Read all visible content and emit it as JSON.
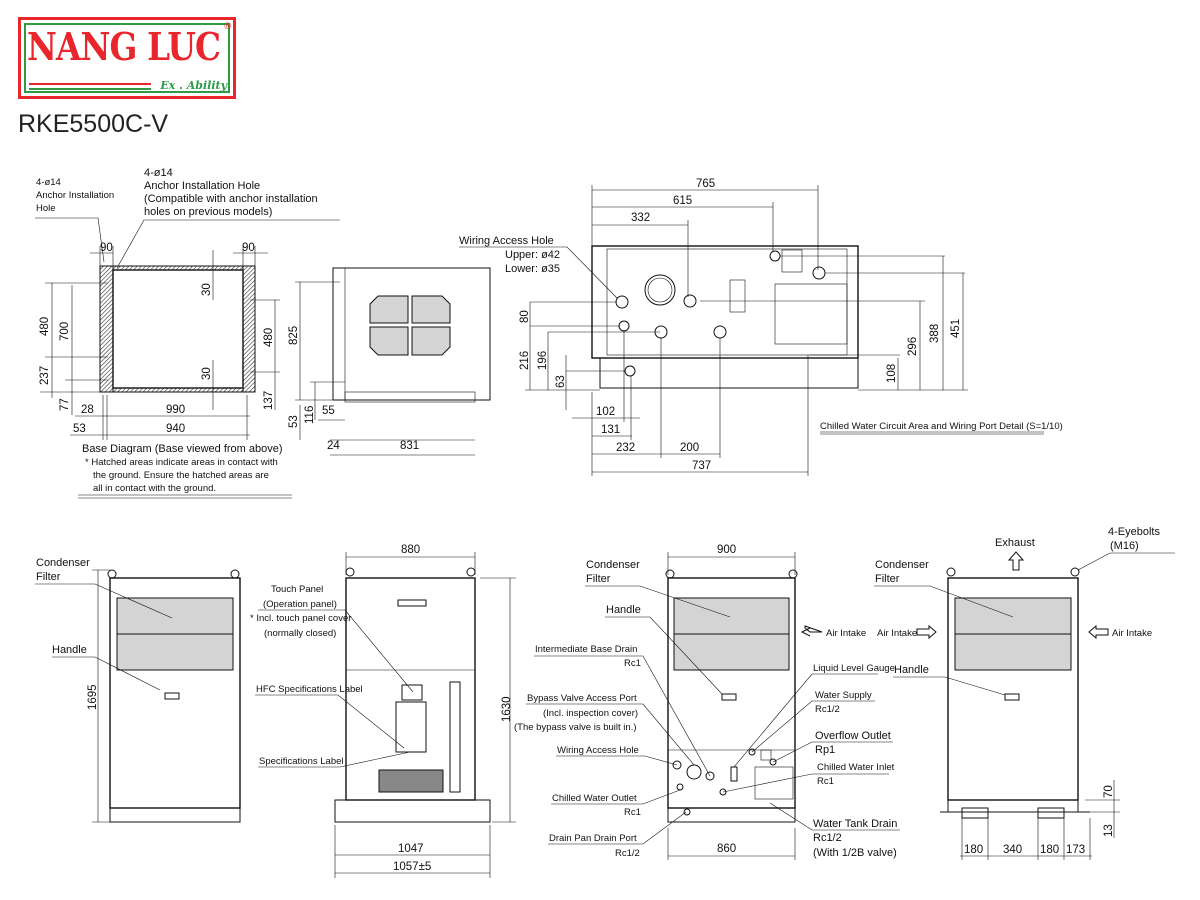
{
  "logo": {
    "name": "NANG LUC",
    "registered": "®",
    "tagline": "Ex . Ability",
    "colors": {
      "red": "#e8262b",
      "green": "#2e9a48"
    }
  },
  "model": "RKE5500C-V",
  "base_diagram": {
    "hole_label_small": [
      "4-ø14",
      "Anchor Installation",
      "Hole"
    ],
    "hole_label_large": [
      "4-ø14",
      "Anchor Installation Hole",
      "(Compatible with anchor installation",
      "holes on previous models)"
    ],
    "dims": {
      "left_90": "90",
      "right_90": "90",
      "top_30": "30",
      "bottom_30": "30",
      "left_480": "480",
      "d700": "700",
      "d237": "237",
      "d77": "77",
      "d28": "28",
      "d990": "990",
      "d53": "53",
      "d940": "940",
      "right_480": "480",
      "d137": "137"
    },
    "caption": [
      "Base  Diagram (Base viewed from above)",
      "* Hatched areas indicate areas in contact with",
      "the ground. Ensure the hatched areas are",
      "all in contact with the ground."
    ]
  },
  "top_view": {
    "dims": {
      "d825": "825",
      "d53": "53",
      "d116": "116",
      "d55": "55",
      "d24": "24",
      "d831": "831"
    }
  },
  "detail_view": {
    "wiring_hole": [
      "Wiring Access Hole",
      "Upper: ø42",
      "Lower: ø35"
    ],
    "dims": {
      "d765": "765",
      "d615": "615",
      "d332": "332",
      "d80": "80",
      "d216": "216",
      "d196": "196",
      "d63": "63",
      "d102": "102",
      "d131": "131",
      "d232": "232",
      "d200": "200",
      "d737": "737",
      "d296": "296",
      "d388": "388",
      "d451": "451",
      "d108": "108"
    },
    "caption": "Chilled Water Circuit Area and Wiring Port Detail (S=1/10)"
  },
  "side_view": {
    "condenser": [
      "Condenser",
      "Filter"
    ],
    "handle": "Handle",
    "height": "1695"
  },
  "front_view": {
    "width_top": "880",
    "touch_panel": [
      "Touch Panel",
      "(Operation panel)",
      "* Incl. touch panel cover",
      "(normally closed)"
    ],
    "hfc_label": "HFC Specifications Label",
    "spec_label": "Specifications Label",
    "height": "1630",
    "width_1047": "1047",
    "width_1057": "1057±5"
  },
  "rear_view": {
    "width_top": "900",
    "condenser": [
      "Condenser",
      "Filter"
    ],
    "handle": "Handle",
    "intermediate_drain": [
      "Intermediate Base Drain",
      "Rc1"
    ],
    "bypass": [
      "Bypass Valve Access Port",
      "(Incl. inspection cover)",
      "(The bypass valve is built in.)"
    ],
    "wiring": "Wiring Access Hole",
    "cw_outlet": [
      "Chilled Water Outlet",
      "Rc1"
    ],
    "drain_pan": [
      "Drain Pan Drain Port",
      "Rc1/2"
    ],
    "width_bottom": "860",
    "air_intake": "Air Intake",
    "level_gauge": "Liquid Level Gauge",
    "water_supply": [
      "Water Supply",
      "Rc1/2"
    ],
    "overflow": [
      "Overflow Outlet",
      "Rp1"
    ],
    "cw_inlet": [
      "Chilled Water Inlet",
      "Rc1"
    ],
    "tank_drain": [
      "Water Tank Drain",
      "Rc1/2",
      "(With 1/2B valve)"
    ]
  },
  "other_side_view": {
    "exhaust": "Exhaust",
    "eyebolts": [
      "4-Eyebolts",
      "(M16)"
    ],
    "condenser": [
      "Condenser",
      "Filter"
    ],
    "air_intake_left": "Air Intake",
    "air_intake_right": "Air Intake",
    "handle": "Handle",
    "dims": {
      "d70": "70",
      "d13": "13",
      "d180a": "180",
      "d340": "340",
      "d180b": "180",
      "d173": "173"
    }
  }
}
